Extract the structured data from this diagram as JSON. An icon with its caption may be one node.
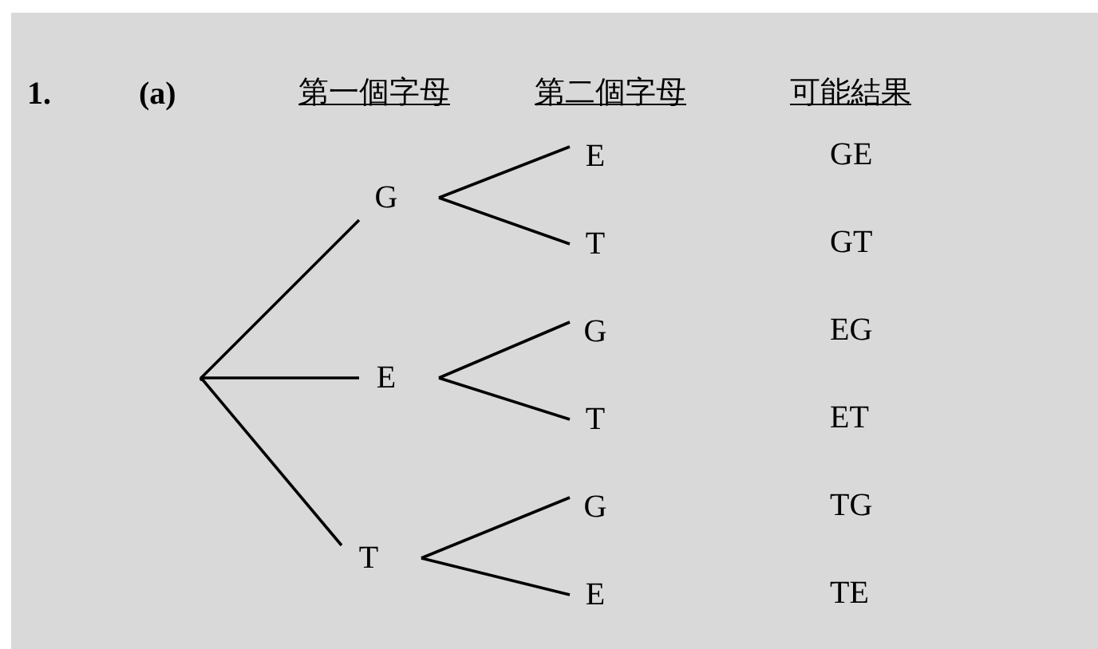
{
  "diagram": {
    "nodes": [
      {
        "text": [],
        "shape": "point"
      },
      {
        "text": [
          "G"
        ]
      },
      {
        "text": [
          "E"
        ]
      },
      {
        "text": [
          "T"
        ]
      },
      {
        "text": [
          "E"
        ]
      },
      {
        "text": [
          "T"
        ]
      },
      {
        "text": [
          "G"
        ]
      },
      {
        "text": [
          "T"
        ]
      },
      {
        "text": [
          "G"
        ]
      },
      {
        "text": [
          "E"
        ]
      }
    ],
    "edges": [
      {
        "from": 0,
        "to": 1,
        "arrow": "none"
      },
      {
        "from": 0,
        "to": 2,
        "arrow": "none"
      },
      {
        "from": 0,
        "to": 3,
        "arrow": "none"
      },
      {
        "from": 1,
        "to": 4,
        "arrow": "none"
      },
      {
        "from": 1,
        "to": 5,
        "arrow": "none"
      },
      {
        "from": 2,
        "to": 6,
        "arrow": "none"
      },
      {
        "from": 2,
        "to": 7,
        "arrow": "none"
      },
      {
        "from": 3,
        "to": 8,
        "arrow": "none"
      },
      {
        "from": 3,
        "to": 9,
        "arrow": "none"
      }
    ],
    "labels": [
      "1.",
      "(a)",
      "第一個字母",
      "第二個字母",
      "可能結果",
      "GE",
      "GT",
      "EG",
      "ET",
      "TG",
      "TE"
    ]
  }
}
